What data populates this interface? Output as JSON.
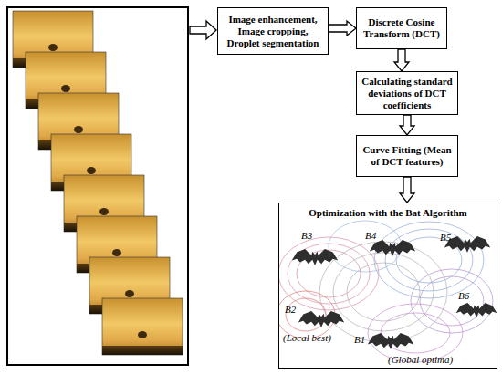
{
  "diagram": {
    "nodes": [
      {
        "text": [
          "Image enhancement, Image cropping, Droplet segmentation"
        ]
      },
      {
        "text": [
          "Discrete Cosine Transform (DCT)"
        ]
      },
      {
        "text": [
          "Calculating standard deviations of DCT coefficients"
        ]
      },
      {
        "text": [
          "Curve Fitting (Mean of DCT features)"
        ]
      },
      {
        "text": [
          "Optimization with the Bat Algorithm"
        ]
      }
    ],
    "edges": [
      {
        "from": 0,
        "to": 1,
        "arrow": "to"
      },
      {
        "from": 1,
        "to": 2,
        "arrow": "to"
      },
      {
        "from": 2,
        "to": 3,
        "arrow": "to"
      },
      {
        "from": 3,
        "to": 4,
        "arrow": "to"
      }
    ],
    "labels": [
      "B3",
      "B4",
      "B5",
      "B2",
      "(Local best)",
      "B6",
      "B1",
      "(Global optima)"
    ]
  }
}
